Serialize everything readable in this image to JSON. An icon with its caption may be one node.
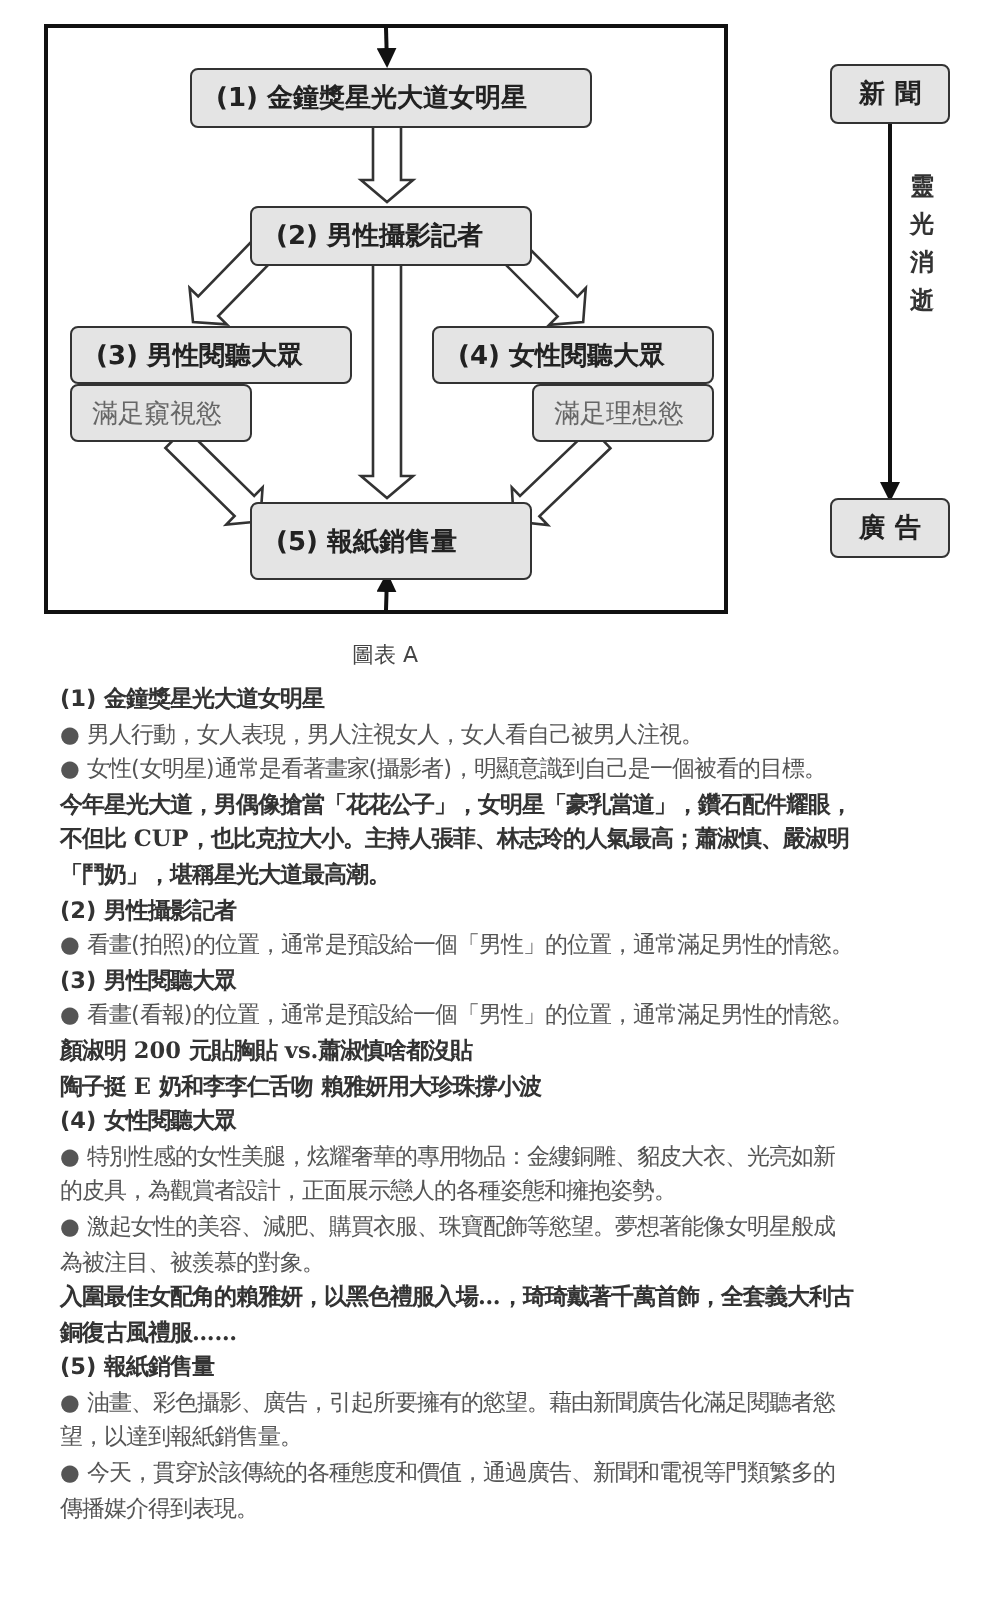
{
  "diagram": {
    "caption": "圖表 A",
    "nodes": [
      {
        "text": [],
        "shape": "box"
      },
      {
        "text": [
          "(1) 金鐘獎星光大道女明星"
        ],
        "in": 0
      },
      {
        "text": [
          "(2) 男性攝影記者"
        ],
        "in": 0
      },
      {
        "text": [
          "(3) 男性閱聽大眾"
        ],
        "in": 0
      },
      {
        "text": [
          "滿足窺視慾"
        ],
        "in": 0
      },
      {
        "text": [
          "(4) 女性閱聽大眾"
        ],
        "in": 0
      },
      {
        "text": [
          "滿足理想慾"
        ],
        "in": 0
      },
      {
        "text": [
          "(5) 報紙銷售量"
        ],
        "in": 0
      },
      {
        "text": [
          "新 聞"
        ]
      },
      {
        "text": [
          "廣 告"
        ]
      }
    ],
    "edges": [
      {
        "from": null,
        "to": 1,
        "arrow": "to"
      },
      {
        "from": 1,
        "to": 2,
        "arrow": "to"
      },
      {
        "from": 2,
        "to": 3,
        "arrow": "to"
      },
      {
        "from": 2,
        "to": 5,
        "arrow": "to"
      },
      {
        "from": 2,
        "to": 7,
        "arrow": "to"
      },
      {
        "from": 4,
        "to": 7,
        "arrow": "to"
      },
      {
        "from": 6,
        "to": 7,
        "arrow": "to"
      },
      {
        "from": null,
        "to": 7,
        "arrow": "to"
      },
      {
        "from": 8,
        "to": 9,
        "arrow": "to",
        "label": "靈光消逝"
      }
    ],
    "labels": [
      "(1) 金鐘獎星光大道女明星",
      "● 男人行動，女人表現，男人注視女人，女人看自己被男人注視。",
      "● 女性(女明星)通常是看著畫家(攝影者)，明顯意識到自己是一個被看的目標。",
      "今年星光大道，男偶像搶當「花花公子」，女明星「豪乳當道」，鑽石配件耀眼，不但比 CUP，也比克拉大小。主持人張菲、林志玲的人氣最高；蕭淑慎、嚴淑明「鬥奶」，堪稱星光大道最高潮。",
      "(2) 男性攝影記者",
      "● 看畫(拍照)的位置，通常是預設給一個「男性」的位置，通常滿足男性的情慾。",
      "(3) 男性閱聽大眾",
      "● 看畫(看報)的位置，通常是預設給一個「男性」的位置，通常滿足男性的情慾。",
      "顏淑明 200 元貼胸貼 vs.蕭淑慎啥都沒貼",
      "陶子挺 E 奶和李李仁舌吻 賴雅妍用大珍珠撐小波",
      "(4) 女性閱聽大眾",
      "● 特別性感的女性美腿，炫耀奢華的專用物品：金縷銅雕、貂皮大衣、光亮如新的皮具，為觀賞者設計，正面展示戀人的各種姿態和擁抱姿勢。",
      "● 激起女性的美容、減肥、購買衣服、珠寶配飾等慾望。夢想著能像女明星般成為被注目、被羨慕的對象。",
      "入圍最佳女配角的賴雅妍，以黑色禮服入場…，琦琦戴著千萬首飾，全套義大利古銅復古風禮服……",
      "(5) 報紙銷售量",
      "● 油畫、彩色攝影、廣告，引起所要擁有的慾望。藉由新聞廣告化滿足閱聽者慾望，以達到報紙銷售量。",
      "● 今天，貫穿於該傳統的各種態度和價值，通過廣告、新聞和電視等門類繁多的傳播媒介得到表現。"
    ]
  }
}
